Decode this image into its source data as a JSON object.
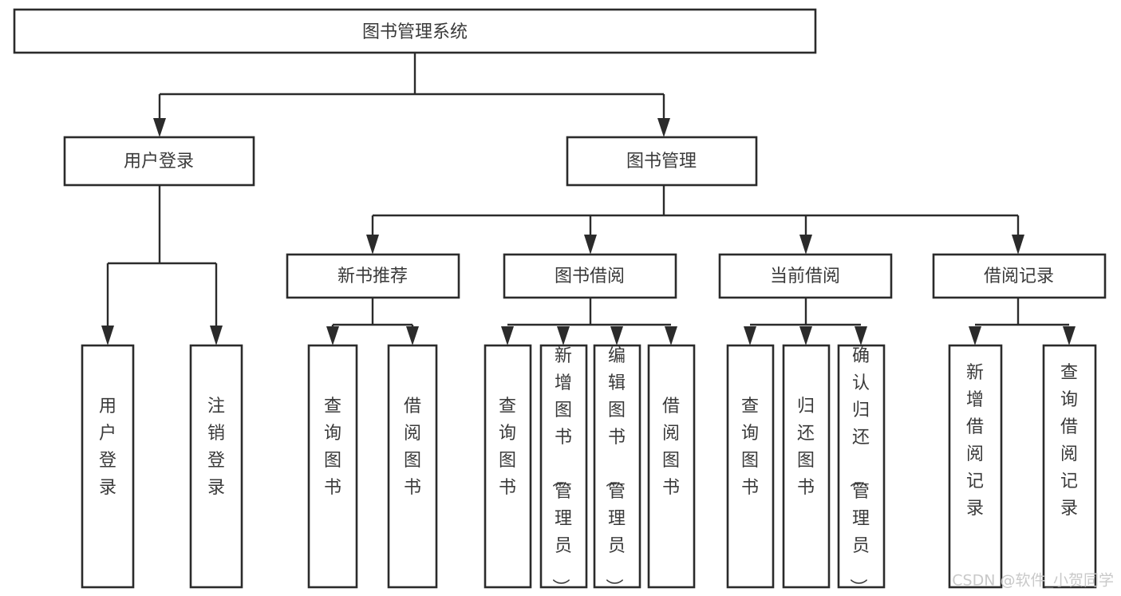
{
  "diagram": {
    "type": "tree-hierarchy-chart",
    "title": "图书管理系统",
    "orientation": "top-down",
    "colors": {
      "box_stroke": "#2b2b2b",
      "box_fill": "#ffffff",
      "text": "#3a3a3a",
      "connector": "#2b2b2b",
      "background": "#ffffff",
      "watermark": "#c9c9c9"
    },
    "levels": {
      "root": {
        "label": "图书管理系统"
      },
      "level2": [
        {
          "label": "用户登录"
        },
        {
          "label": "图书管理"
        }
      ],
      "level3": [
        {
          "label": "新书推荐"
        },
        {
          "label": "图书借阅"
        },
        {
          "label": "当前借阅"
        },
        {
          "label": "借阅记录"
        }
      ]
    },
    "leaves": {
      "user_login": [
        {
          "label": "用户登录"
        },
        {
          "label": "注销登录"
        }
      ],
      "new_book_recommend": [
        {
          "label": "查询图书"
        },
        {
          "label": "借阅图书"
        }
      ],
      "book_borrow": [
        {
          "label": "查询图书"
        },
        {
          "label": "新增图书（管理员）"
        },
        {
          "label": "编辑图书（管理员）"
        },
        {
          "label": "借阅图书"
        }
      ],
      "current_borrow": [
        {
          "label": "查询图书"
        },
        {
          "label": "归还图书"
        },
        {
          "label": "确认归还（管理员）"
        }
      ],
      "borrow_record": [
        {
          "label": "新增借阅记录"
        },
        {
          "label": "查询借阅记录"
        }
      ]
    }
  },
  "watermark": {
    "text": "CSDN @软件_小贺同学"
  }
}
